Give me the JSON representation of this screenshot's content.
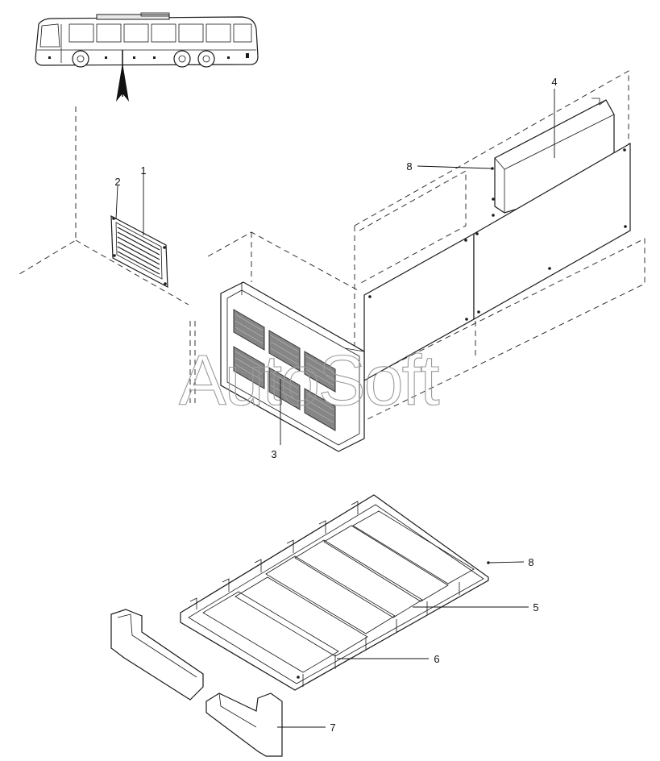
{
  "watermark": "AutoSoft",
  "callouts": [
    {
      "id": "c1",
      "label": "1"
    },
    {
      "id": "c2",
      "label": "2"
    },
    {
      "id": "c3",
      "label": "3"
    },
    {
      "id": "c4",
      "label": "4"
    },
    {
      "id": "c5",
      "label": "5"
    },
    {
      "id": "c6",
      "label": "6"
    },
    {
      "id": "c7",
      "label": "7"
    },
    {
      "id": "c8a",
      "label": "8"
    },
    {
      "id": "c8b",
      "label": "8"
    }
  ]
}
